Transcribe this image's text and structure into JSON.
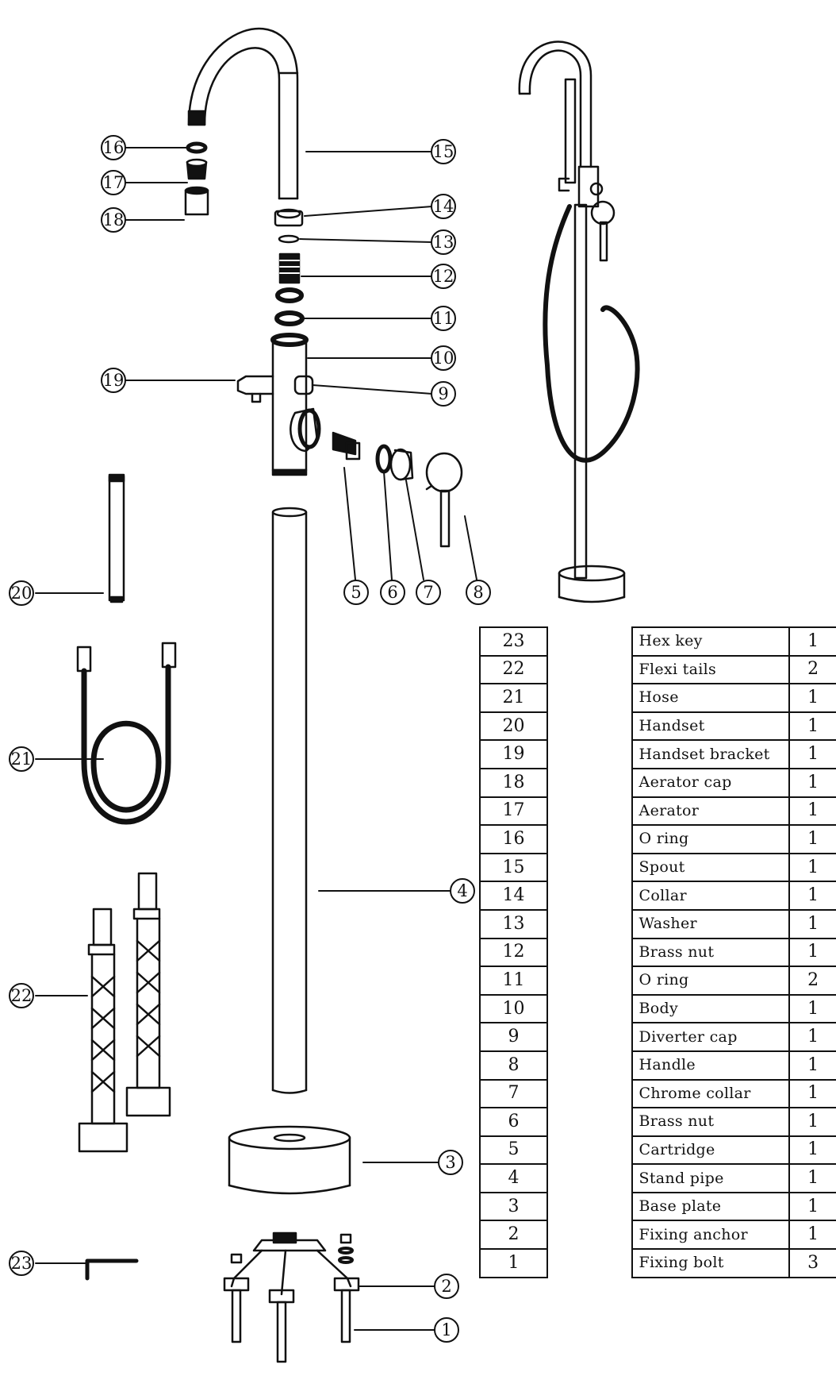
{
  "parts": [
    {
      "no": "23",
      "name": "Hex key",
      "qty": "1"
    },
    {
      "no": "22",
      "name": "Flexi tails",
      "qty": "2"
    },
    {
      "no": "21",
      "name": "Hose",
      "qty": "1"
    },
    {
      "no": "20",
      "name": "Handset",
      "qty": "1"
    },
    {
      "no": "19",
      "name": "Handset bracket",
      "qty": "1"
    },
    {
      "no": "18",
      "name": "Aerator cap",
      "qty": "1"
    },
    {
      "no": "17",
      "name": "Aerator",
      "qty": "1"
    },
    {
      "no": "16",
      "name": "O ring",
      "qty": "1"
    },
    {
      "no": "15",
      "name": "Spout",
      "qty": "1"
    },
    {
      "no": "14",
      "name": "Collar",
      "qty": "1"
    },
    {
      "no": "13",
      "name": "Washer",
      "qty": "1"
    },
    {
      "no": "12",
      "name": "Brass nut",
      "qty": "1"
    },
    {
      "no": "11",
      "name": "O ring",
      "qty": "2"
    },
    {
      "no": "10",
      "name": "Body",
      "qty": "1"
    },
    {
      "no": "9",
      "name": "Diverter cap",
      "qty": "1"
    },
    {
      "no": "8",
      "name": "Handle",
      "qty": "1"
    },
    {
      "no": "7",
      "name": "Chrome collar",
      "qty": "1"
    },
    {
      "no": "6",
      "name": "Brass nut",
      "qty": "1"
    },
    {
      "no": "5",
      "name": "Cartridge",
      "qty": "1"
    },
    {
      "no": "4",
      "name": "Stand pipe",
      "qty": "1"
    },
    {
      "no": "3",
      "name": "Base plate",
      "qty": "1"
    },
    {
      "no": "2",
      "name": "Fixing anchor",
      "qty": "1"
    },
    {
      "no": "1",
      "name": "Fixing bolt",
      "qty": "3"
    }
  ],
  "callouts": {
    "c1": "1",
    "c2": "2",
    "c3": "3",
    "c4": "4",
    "c5": "5",
    "c6": "6",
    "c7": "7",
    "c8": "8",
    "c9": "9",
    "c10": "10",
    "c11": "11",
    "c12": "12",
    "c13": "13",
    "c14": "14",
    "c15": "15",
    "c16": "16",
    "c17": "17",
    "c18": "18",
    "c19": "19",
    "c20": "20",
    "c21": "21",
    "c22": "22",
    "c23": "23"
  }
}
